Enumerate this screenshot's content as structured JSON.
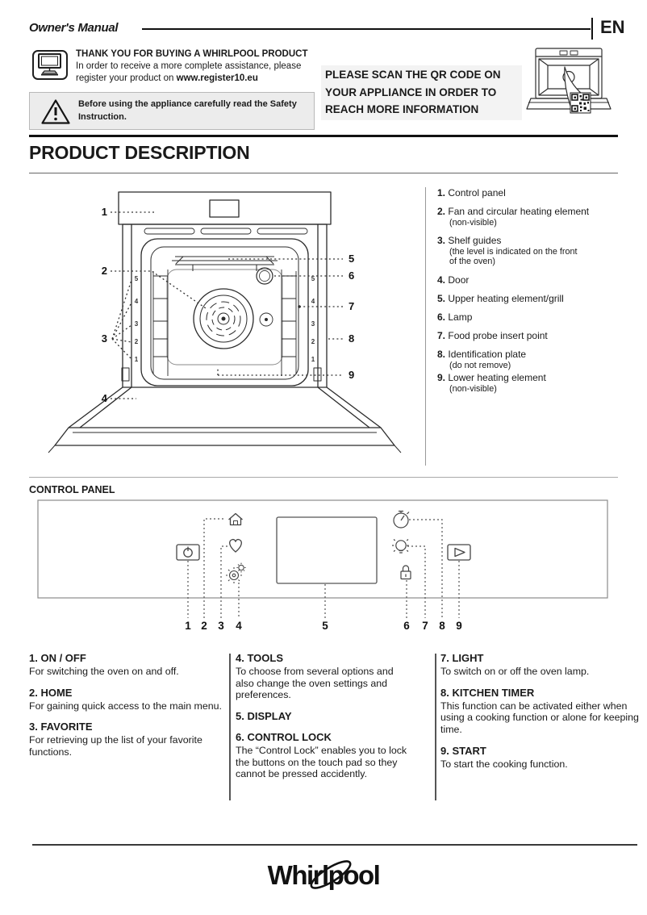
{
  "header": {
    "title": "Owner's Manual",
    "language": "EN"
  },
  "intro": {
    "thank_you": {
      "title": "THANK YOU FOR BUYING A WHIRLPOOL PRODUCT",
      "line1": "In order to receive a more complete assistance, please",
      "line2_prefix": "register your product on ",
      "url": "www.register10.eu"
    },
    "safety_warning": {
      "line1": "Before using the appliance carefully read the Safety",
      "line2": "Instruction."
    },
    "qr_note": {
      "line1": "PLEASE SCAN THE QR CODE ON",
      "line2": "YOUR APPLIANCE IN ORDER TO",
      "line3": "REACH MORE INFORMATION"
    }
  },
  "product_description": {
    "title": "PRODUCT DESCRIPTION",
    "callouts": [
      "1",
      "2",
      "3",
      "4",
      "5",
      "6",
      "7",
      "8",
      "9"
    ],
    "shelf_levels": [
      "5",
      "4",
      "3",
      "2",
      "1"
    ],
    "parts": [
      {
        "num": "1.",
        "label": "Control panel"
      },
      {
        "num": "2.",
        "label": "Fan and circular heating element",
        "note1": "(non-visible)"
      },
      {
        "num": "3.",
        "label": "Shelf guides",
        "note1": "(the level is indicated on the front",
        "note2": "of the oven)"
      },
      {
        "num": "4.",
        "label": "Door"
      },
      {
        "num": "5.",
        "label": "Upper heating element/grill"
      },
      {
        "num": "6.",
        "label": "Lamp"
      },
      {
        "num": "7.",
        "label": "Food probe insert point"
      },
      {
        "num": "8.",
        "label": "Identification plate",
        "note1": "(do not remove)"
      },
      {
        "num": "9.",
        "label": "Lower heating element",
        "note1": "(non-visible)"
      }
    ]
  },
  "control_panel": {
    "title": "CONTROL PANEL",
    "callouts": [
      "1",
      "2",
      "3",
      "4",
      "5",
      "6",
      "7",
      "8",
      "9"
    ],
    "icons": [
      "power-button",
      "home-icon",
      "favorite-icon",
      "tools-icon",
      "display",
      "control-lock-icon",
      "light-icon",
      "kitchen-timer-icon",
      "start-button"
    ]
  },
  "functions": [
    {
      "heading": "1. ON / OFF",
      "body": "For switching the oven on and off."
    },
    {
      "heading": "2. HOME",
      "body": "For gaining quick access to the main menu."
    },
    {
      "heading": "3. FAVORITE",
      "body": "For retrieving up the list of your favorite functions."
    },
    {
      "heading": "4. TOOLS",
      "body": "To choose from several options and also change the oven settings and preferences."
    },
    {
      "heading": "5. DISPLAY",
      "body": ""
    },
    {
      "heading": "6. CONTROL LOCK",
      "body": "The “Control Lock” enables you to lock the buttons on the touch pad so they cannot be pressed accidently."
    },
    {
      "heading": "7. LIGHT",
      "body": "To switch on or off the oven lamp."
    },
    {
      "heading": "8. KITCHEN TIMER",
      "body": "This function can be activated either when using a cooking function or alone for keeping time."
    },
    {
      "heading": "9. START",
      "body": "To start the cooking function."
    }
  ],
  "footer": {
    "brand": "Whirlpool"
  },
  "colors": {
    "text": "#1a1a1a",
    "box_bg": "#ececec",
    "qr_box_bg": "#f3f3f3",
    "line": "#111111"
  }
}
